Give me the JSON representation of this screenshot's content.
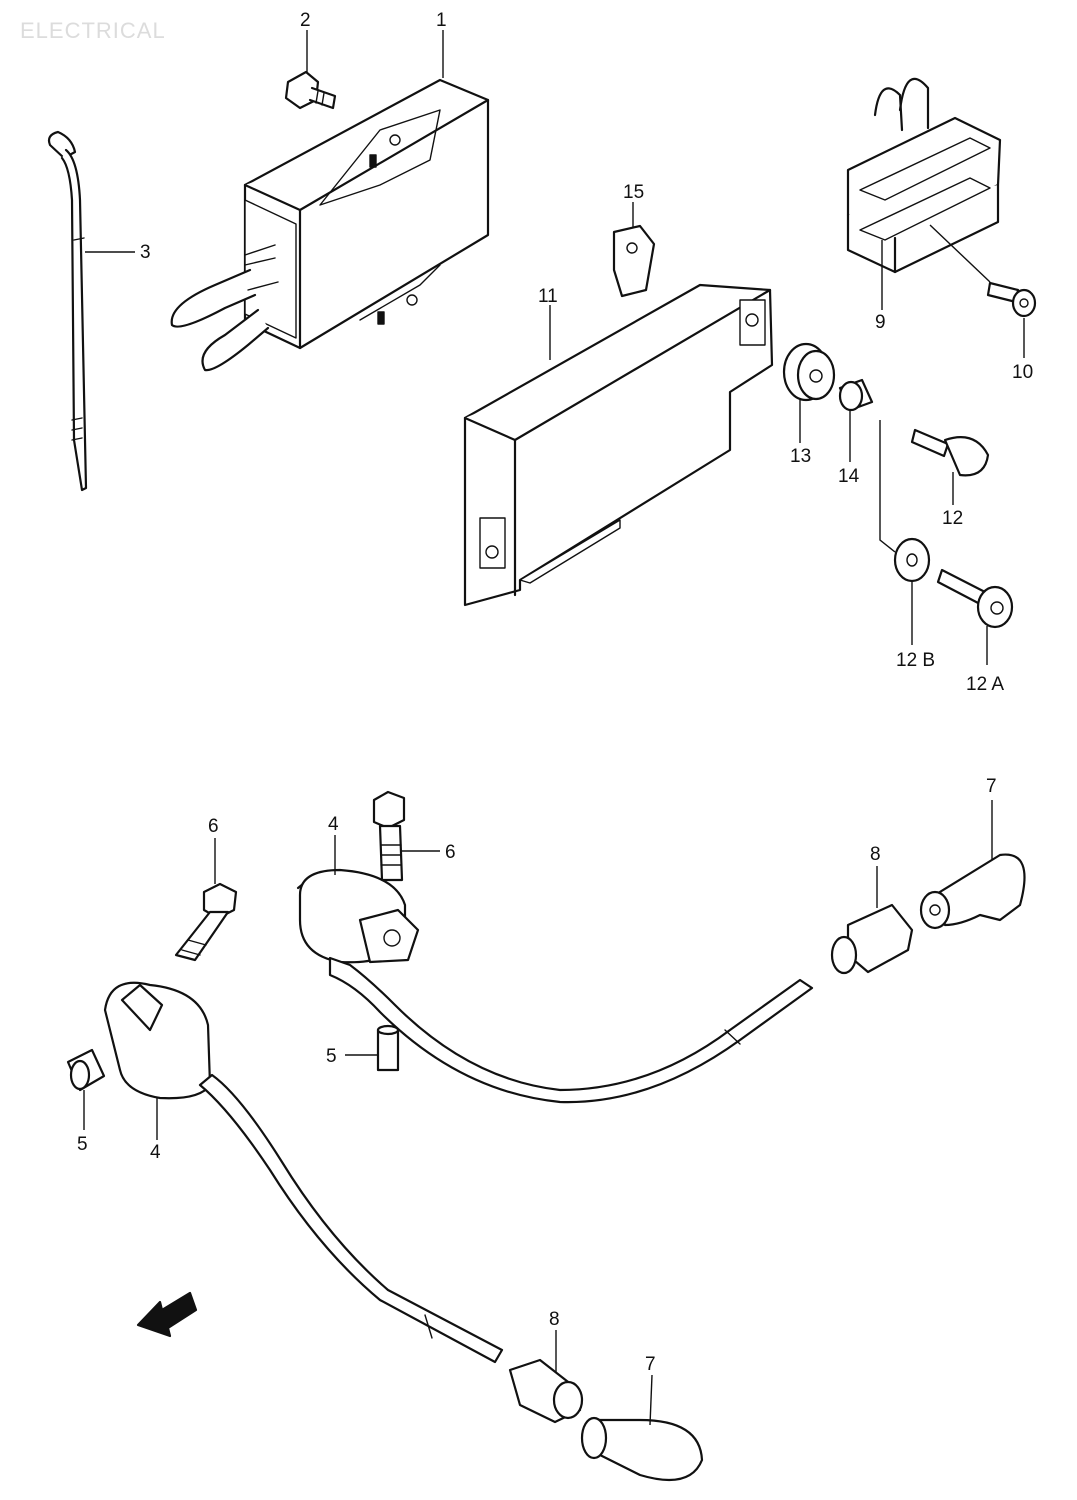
{
  "header": {
    "section_label": "ELECTRICAL"
  },
  "callouts": {
    "c1": "1",
    "c2": "2",
    "c3": "3",
    "c4a": "4",
    "c4b": "4",
    "c5a": "5",
    "c5b": "5",
    "c6a": "6",
    "c6b": "6",
    "c7a": "7",
    "c7b": "7",
    "c8a": "8",
    "c8b": "8",
    "c9": "9",
    "c10": "10",
    "c11": "11",
    "c12": "12",
    "c12a": "12 A",
    "c12b": "12 B",
    "c13": "13",
    "c14": "14",
    "c15": "15"
  },
  "icons": {
    "direction": "fwd-arrow-icon"
  }
}
